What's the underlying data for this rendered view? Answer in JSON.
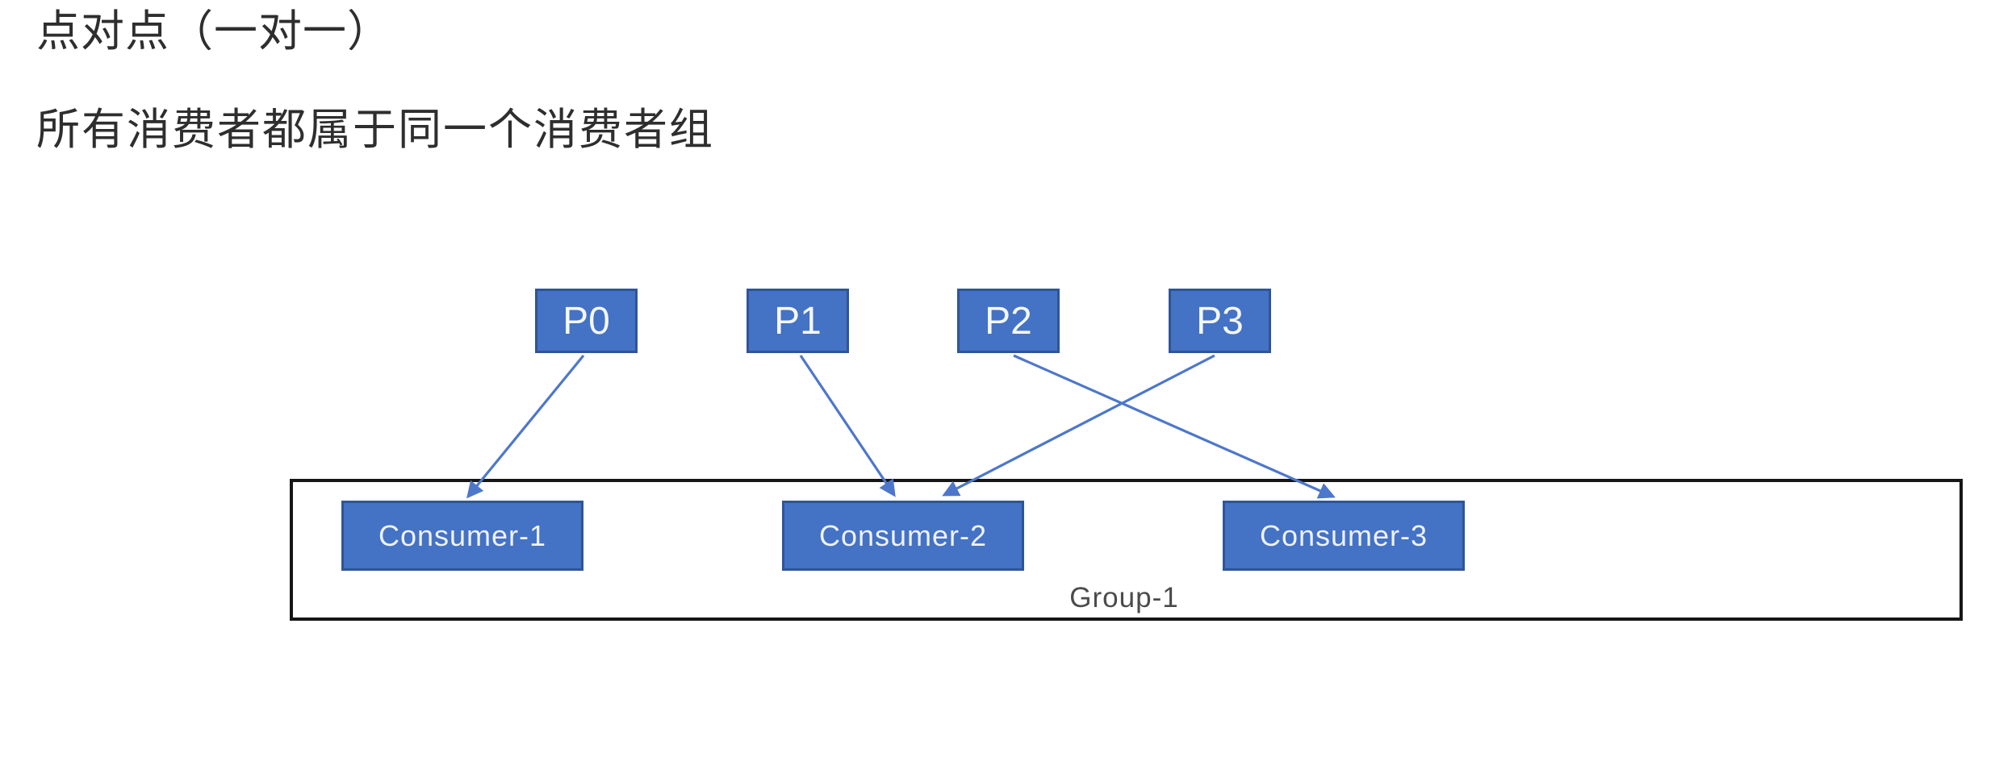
{
  "page": {
    "heading": "点对点（一对一）",
    "subheading": "所有消费者都属于同一个消费者组"
  },
  "diagram": {
    "partitions": [
      {
        "label": "P0"
      },
      {
        "label": "P1"
      },
      {
        "label": "P2"
      },
      {
        "label": "P3"
      }
    ],
    "consumers": [
      {
        "label": "Consumer-1"
      },
      {
        "label": "Consumer-2"
      },
      {
        "label": "Consumer-3"
      }
    ],
    "group": {
      "label": "Group-1"
    },
    "edges": [
      {
        "from": "P0",
        "to": "Consumer-1"
      },
      {
        "from": "P1",
        "to": "Consumer-2"
      },
      {
        "from": "P2",
        "to": "Consumer-3"
      },
      {
        "from": "P3",
        "to": "Consumer-2"
      }
    ],
    "colors": {
      "node_fill": "#4472C4",
      "node_border": "#2F5597",
      "arrow": "#4D77CB",
      "group_border": "#161616"
    }
  }
}
